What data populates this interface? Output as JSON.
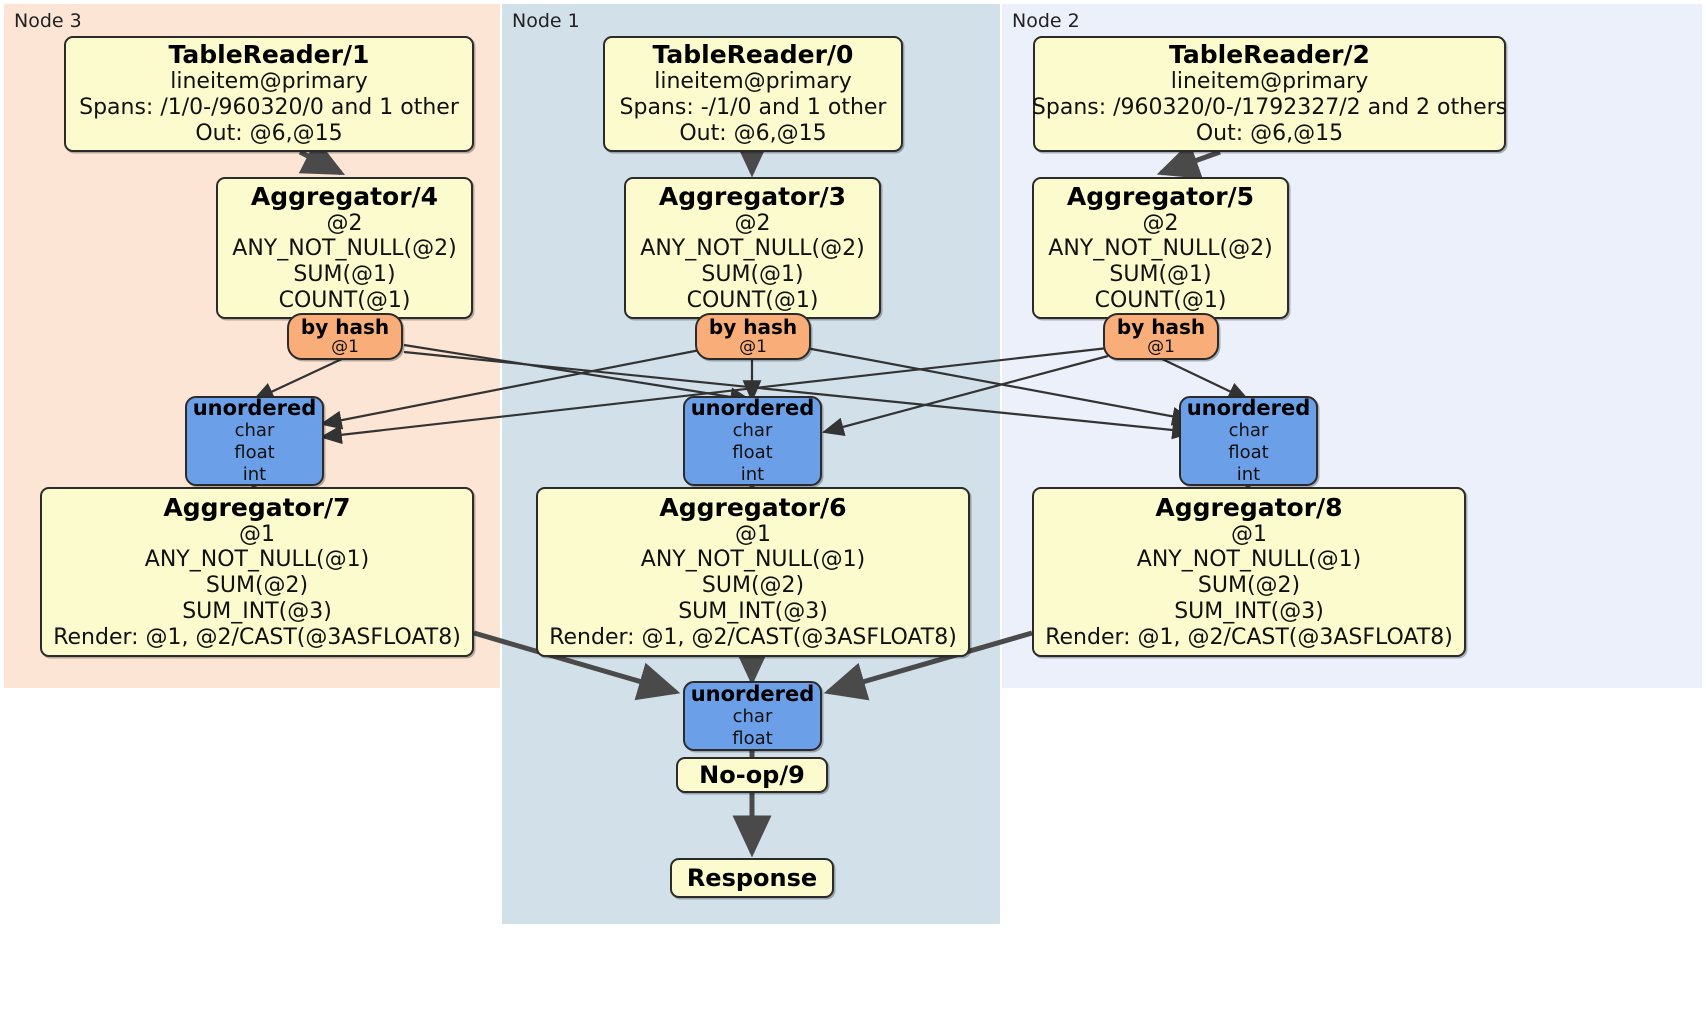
{
  "diagram": {
    "type": "distributed-query-plan",
    "colors": {
      "node3_panel": "#fde5d5",
      "node1_panel": "#d2e0ea",
      "node2_panel": "#ecf0fa",
      "processor_fill": "#fbfbcd",
      "router_fill": "#f9ad78",
      "synchronizer_fill": "#6b9fe8",
      "edge": "#4a4a4a",
      "border": "#2b2b2b"
    }
  },
  "panels": [
    {
      "id": "node3",
      "label": "Node 3"
    },
    {
      "id": "node1",
      "label": "Node 1"
    },
    {
      "id": "node2",
      "label": "Node 2"
    }
  ],
  "processors": {
    "tablereader1": {
      "title": "TableReader/1",
      "lines": [
        "lineitem@primary",
        "Spans: /1/0-/960320/0 and 1 other",
        "Out: @6,@15"
      ]
    },
    "tablereader0": {
      "title": "TableReader/0",
      "lines": [
        "lineitem@primary",
        "Spans: -/1/0 and 1 other",
        "Out: @6,@15"
      ]
    },
    "tablereader2": {
      "title": "TableReader/2",
      "lines": [
        "lineitem@primary",
        "Spans: /960320/0-/1792327/2 and 2 others",
        "Out: @6,@15"
      ]
    },
    "aggregator4": {
      "title": "Aggregator/4",
      "lines": [
        "@2",
        "ANY_NOT_NULL(@2)",
        "SUM(@1)",
        "COUNT(@1)"
      ]
    },
    "aggregator3": {
      "title": "Aggregator/3",
      "lines": [
        "@2",
        "ANY_NOT_NULL(@2)",
        "SUM(@1)",
        "COUNT(@1)"
      ]
    },
    "aggregator5": {
      "title": "Aggregator/5",
      "lines": [
        "@2",
        "ANY_NOT_NULL(@2)",
        "SUM(@1)",
        "COUNT(@1)"
      ]
    },
    "aggregator7": {
      "title": "Aggregator/7",
      "lines": [
        "@1",
        "ANY_NOT_NULL(@1)",
        "SUM(@2)",
        "SUM_INT(@3)",
        "Render: @1, @2/CAST(@3ASFLOAT8)"
      ]
    },
    "aggregator6": {
      "title": "Aggregator/6",
      "lines": [
        "@1",
        "ANY_NOT_NULL(@1)",
        "SUM(@2)",
        "SUM_INT(@3)",
        "Render: @1, @2/CAST(@3ASFLOAT8)"
      ]
    },
    "aggregator8": {
      "title": "Aggregator/8",
      "lines": [
        "@1",
        "ANY_NOT_NULL(@1)",
        "SUM(@2)",
        "SUM_INT(@3)",
        "Render: @1, @2/CAST(@3ASFLOAT8)"
      ]
    },
    "noop9": {
      "title": "No-op/9",
      "lines": []
    },
    "response": {
      "title": "Response",
      "lines": []
    }
  },
  "routers": {
    "byhash_left": {
      "title": "by hash",
      "lines": [
        "@1"
      ]
    },
    "byhash_center": {
      "title": "by hash",
      "lines": [
        "@1"
      ]
    },
    "byhash_right": {
      "title": "by hash",
      "lines": [
        "@1"
      ]
    }
  },
  "synchronizers": {
    "unordered_left": {
      "title": "unordered",
      "lines": [
        "char",
        "float",
        "int"
      ]
    },
    "unordered_center": {
      "title": "unordered",
      "lines": [
        "char",
        "float",
        "int"
      ]
    },
    "unordered_right": {
      "title": "unordered",
      "lines": [
        "char",
        "float",
        "int"
      ]
    },
    "unordered_final": {
      "title": "unordered",
      "lines": [
        "char",
        "float"
      ]
    }
  }
}
